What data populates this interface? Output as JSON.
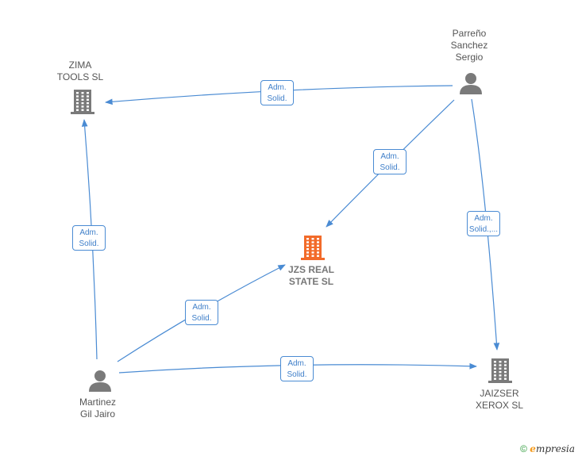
{
  "colors": {
    "edge": "#4a8bd3",
    "company": "#7a7a7a",
    "focus_company": "#f26b2a",
    "person": "#7a7a7a"
  },
  "nodes": {
    "zima": {
      "label": "ZIMA\nTOOLS  SL",
      "type": "company",
      "icon": "building-icon"
    },
    "parreno": {
      "label": "Parreño\nSanchez\nSergio",
      "type": "person",
      "icon": "person-icon"
    },
    "jzs": {
      "label": "JZS REAL\nSTATE  SL",
      "type": "company-focus",
      "icon": "building-icon"
    },
    "martinez": {
      "label": "Martinez\nGil Jairo",
      "type": "person",
      "icon": "person-icon"
    },
    "jaizser": {
      "label": "JAIZSER\nXEROX SL",
      "type": "company",
      "icon": "building-icon"
    }
  },
  "edges": [
    {
      "from": "parreno",
      "to": "zima",
      "label": "Adm.\nSolid."
    },
    {
      "from": "parreno",
      "to": "jzs",
      "label": "Adm.\nSolid."
    },
    {
      "from": "parreno",
      "to": "jaizser",
      "label": "Adm.\nSolid.,..."
    },
    {
      "from": "martinez",
      "to": "zima",
      "label": "Adm.\nSolid."
    },
    {
      "from": "martinez",
      "to": "jzs",
      "label": "Adm.\nSolid."
    },
    {
      "from": "martinez",
      "to": "jaizser",
      "label": "Adm.\nSolid."
    }
  ],
  "footer": {
    "copyright": "©",
    "brand_e": "e",
    "brand_rest": "mpresia"
  }
}
